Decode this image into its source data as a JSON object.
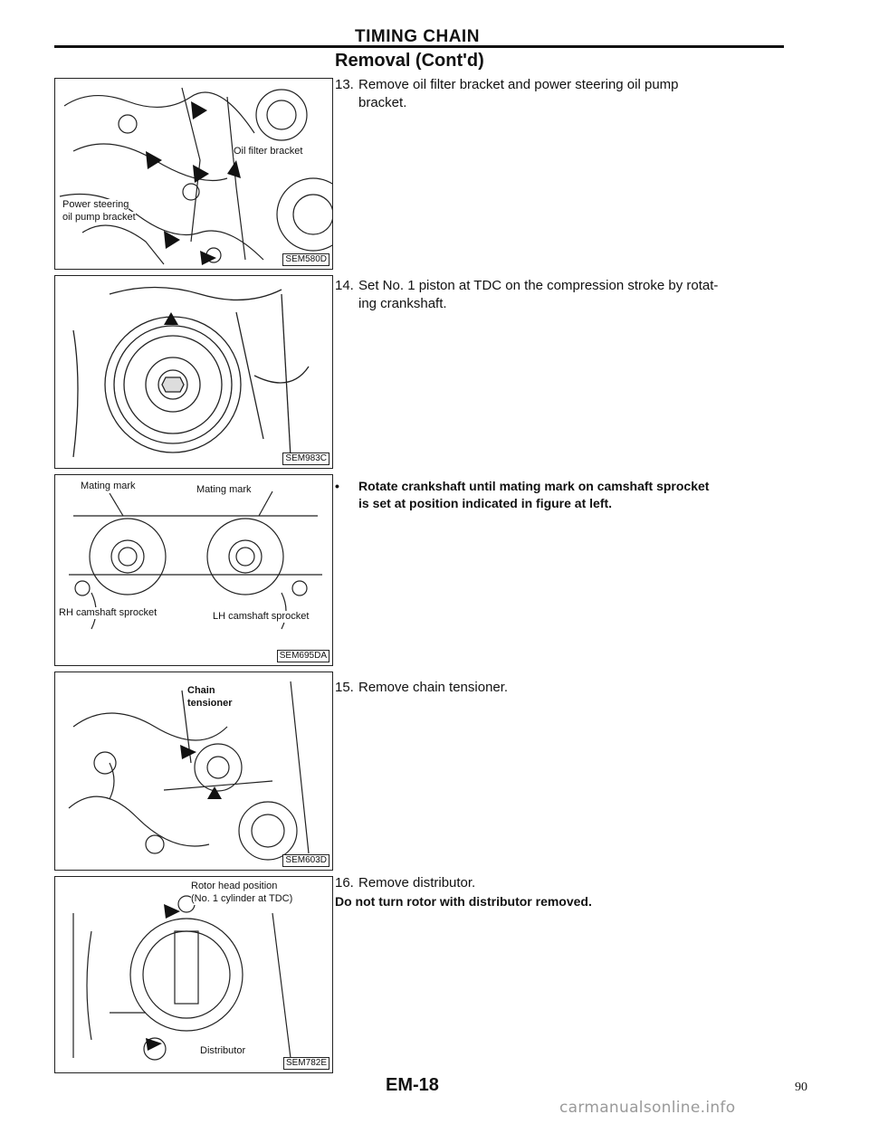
{
  "header": {
    "title": "TIMING CHAIN"
  },
  "section": {
    "title": "Removal (Cont'd)"
  },
  "figures": [
    {
      "code": "SEM580D",
      "labels": [
        "Oil filter bracket",
        "Power steering",
        "oil pump bracket"
      ]
    },
    {
      "code": "SEM983C",
      "labels": []
    },
    {
      "code": "SEM695DA",
      "labels": [
        "Mating mark",
        "Mating mark",
        "RH camshaft sprocket",
        "LH camshaft sprocket"
      ]
    },
    {
      "code": "SEM603D",
      "labels": [
        "Chain",
        "tensioner"
      ]
    },
    {
      "code": "SEM782E",
      "labels": [
        "Rotor head position",
        "(No. 1 cylinder at TDC)",
        "Distributor"
      ]
    }
  ],
  "steps": {
    "s13": {
      "num": "13.",
      "line1": "Remove oil filter bracket and power steering oil pump",
      "line2": "bracket."
    },
    "s14": {
      "num": "14.",
      "line1": "Set No. 1 piston at TDC on the compression stroke by rotat-",
      "line2": "ing crankshaft."
    },
    "bullet": {
      "mark": "•",
      "line1": "Rotate crankshaft until mating mark on camshaft sprocket",
      "line2": "is set at position indicated in figure at left."
    },
    "s15": {
      "num": "15.",
      "line1": "Remove chain tensioner."
    },
    "s16": {
      "num": "16.",
      "line1": "Remove distributor."
    },
    "warning": "Do not turn rotor with distributor removed."
  },
  "footer": {
    "code": "EM-18",
    "page": "90",
    "watermark": "carmanualsonline.info"
  }
}
